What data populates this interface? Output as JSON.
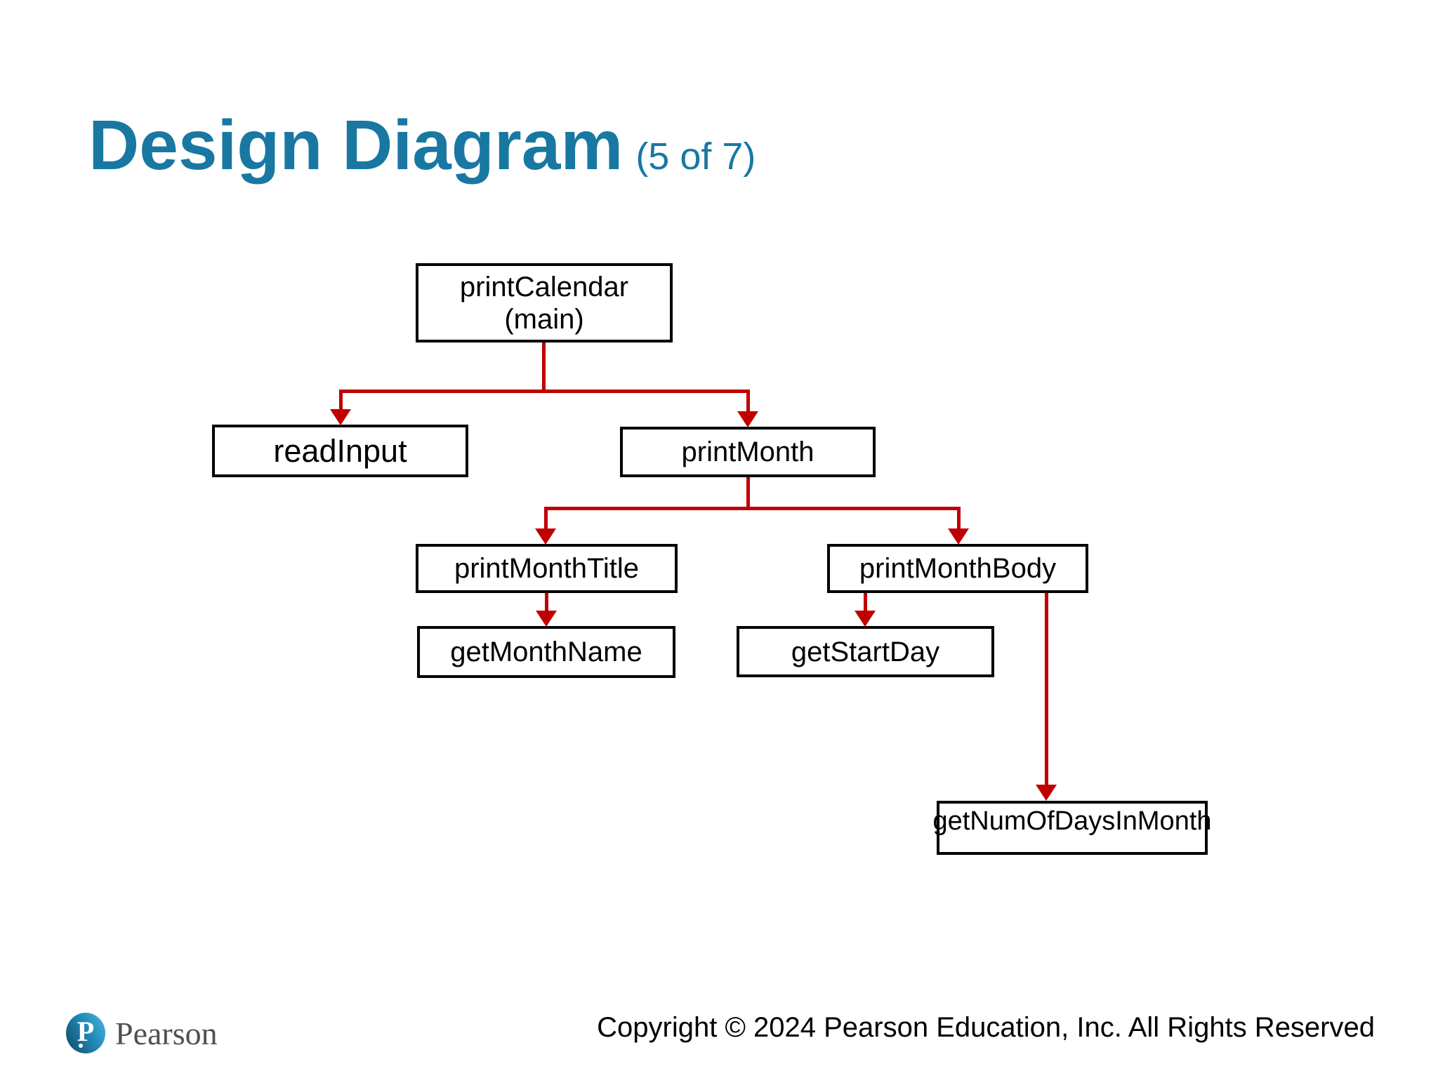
{
  "slide": {
    "title": "Design Diagram",
    "page_indicator": "(5 of 7)"
  },
  "diagram": {
    "type": "tree",
    "arrow_color": "#C00000",
    "box_border_color": "#000000",
    "nodes": {
      "printCalendar": {
        "label": "printCalendar",
        "sublabel": "(main)"
      },
      "readInput": {
        "label": "readInput"
      },
      "printMonth": {
        "label": "printMonth"
      },
      "printMonthTitle": {
        "label": "printMonthTitle"
      },
      "printMonthBody": {
        "label": "printMonthBody"
      },
      "getMonthName": {
        "label": "getMonthName"
      },
      "getStartDay": {
        "label": "getStartDay"
      },
      "getNumOfDaysInMonth": {
        "label": "getNumOfDaysInMonth"
      }
    },
    "edges": [
      {
        "from": "printCalendar",
        "to": "readInput"
      },
      {
        "from": "printCalendar",
        "to": "printMonth"
      },
      {
        "from": "printMonth",
        "to": "printMonthTitle"
      },
      {
        "from": "printMonth",
        "to": "printMonthBody"
      },
      {
        "from": "printMonthTitle",
        "to": "getMonthName"
      },
      {
        "from": "printMonthBody",
        "to": "getStartDay"
      },
      {
        "from": "printMonthBody",
        "to": "getNumOfDaysInMonth"
      }
    ]
  },
  "footer": {
    "brand": "Pearson",
    "logo_letter": "P",
    "copyright": "Copyright © 2024 Pearson Education, Inc. All Rights Reserved"
  },
  "colors": {
    "title": "#1878A2",
    "arrow": "#C00000",
    "logo_dark": "#14506E",
    "logo_light": "#2D9CCA",
    "brand_text": "#4F5052"
  }
}
